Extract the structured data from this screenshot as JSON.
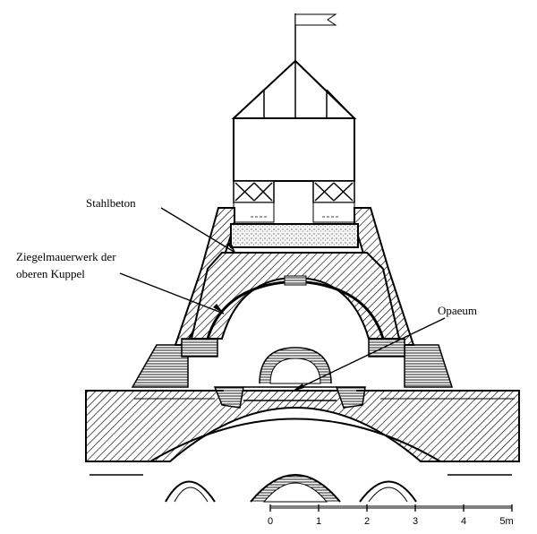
{
  "labels": {
    "stahlbeton": "Stahlbeton",
    "ziegel_line1": "Ziegelmauerwerk der",
    "ziegel_line2": "oberen Kuppel",
    "opaeum": "Opaeum"
  },
  "scale_bar": {
    "ticks": [
      "0",
      "1",
      "2",
      "3",
      "4",
      "5m"
    ]
  }
}
